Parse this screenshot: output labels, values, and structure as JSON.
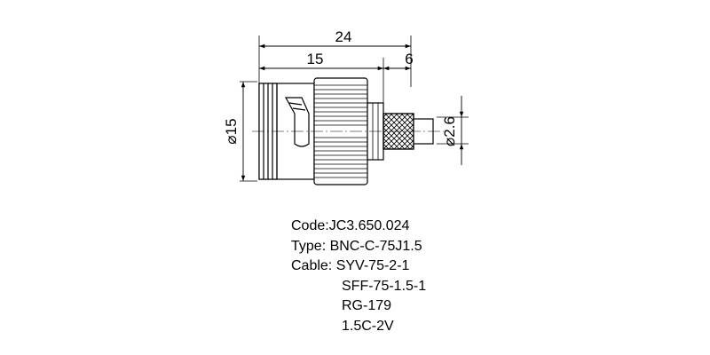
{
  "dimensions": {
    "overall_length": "24",
    "body_length": "15",
    "crimp_length": "6",
    "body_diameter": "⌀15",
    "pin_diameter": "⌀2.6"
  },
  "spec": {
    "code": "Code:JC3.650.024",
    "type": "Type: BNC-C-75J1.5",
    "cable_label": "Cable:",
    "cables": [
      "SYV-75-2-1",
      "SFF-75-1.5-1",
      "RG-179",
      "1.5C-2V"
    ]
  },
  "colors": {
    "line": "#000000",
    "background": "#ffffff"
  }
}
